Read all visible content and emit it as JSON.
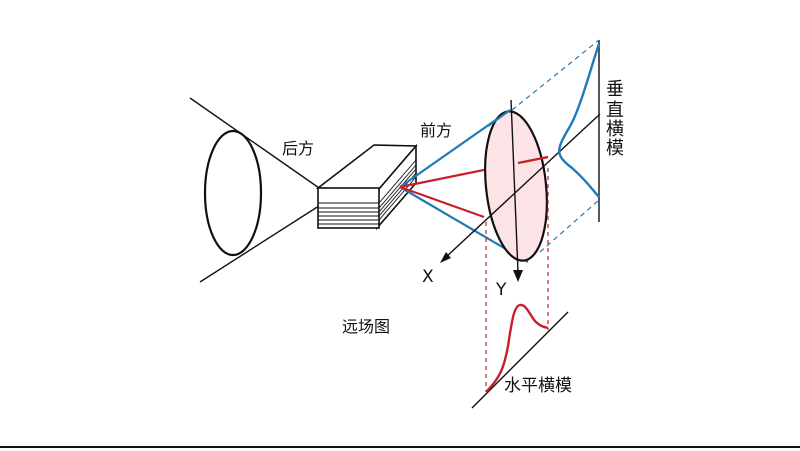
{
  "labels": {
    "rear": "后方",
    "front": "前方",
    "far_field": "远场图",
    "x_axis": "X",
    "y_axis": "Y",
    "vertical_mode": [
      "垂",
      "直",
      "横",
      "模"
    ],
    "horizontal_mode": "水平横模"
  },
  "colors": {
    "outline": "#111111",
    "blue_beam": "#1f7ab8",
    "red_beam": "#c8202a",
    "ellipse_fill": "#fbe3e6"
  }
}
